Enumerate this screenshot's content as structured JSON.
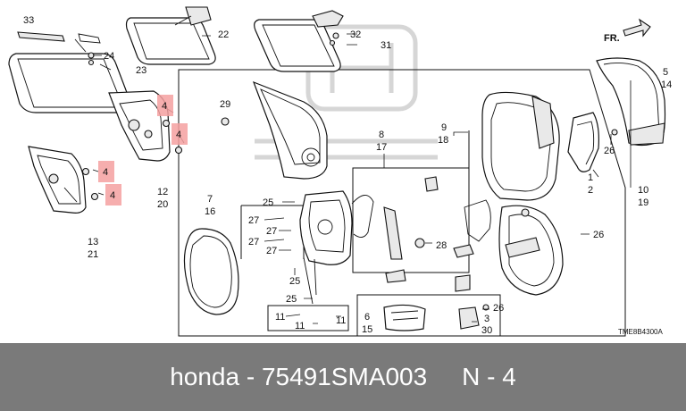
{
  "diagram": {
    "direction_label": "FR.",
    "diagram_code": "TME8B4300A",
    "callouts": {
      "c33": "33",
      "c24": "24",
      "c23": "23",
      "c22": "22",
      "c32": "32",
      "c31": "31",
      "c5": "5",
      "c14": "14",
      "c29": "29",
      "c4a": "4",
      "c4b": "4",
      "c4c": "4",
      "c4d": "4",
      "c12": "12",
      "c20": "20",
      "c13": "13",
      "c21": "21",
      "c8": "8",
      "c17": "17",
      "c9": "9",
      "c18": "18",
      "c1": "1",
      "c2": "2",
      "c26a": "26",
      "c10": "10",
      "c19": "19",
      "c7": "7",
      "c16": "16",
      "c25a": "25",
      "c27a": "27",
      "c27b": "27",
      "c27c": "27",
      "c27d": "27",
      "c25b": "25",
      "c25c": "25",
      "c28": "28",
      "c26b": "26",
      "c11a": "11",
      "c11b": "11",
      "c11c": "11",
      "c6": "6",
      "c15": "15",
      "c26c": "26",
      "c3": "3",
      "c30": "30"
    }
  },
  "footer": {
    "text": "honda - 75491SMA003     N - 4"
  }
}
